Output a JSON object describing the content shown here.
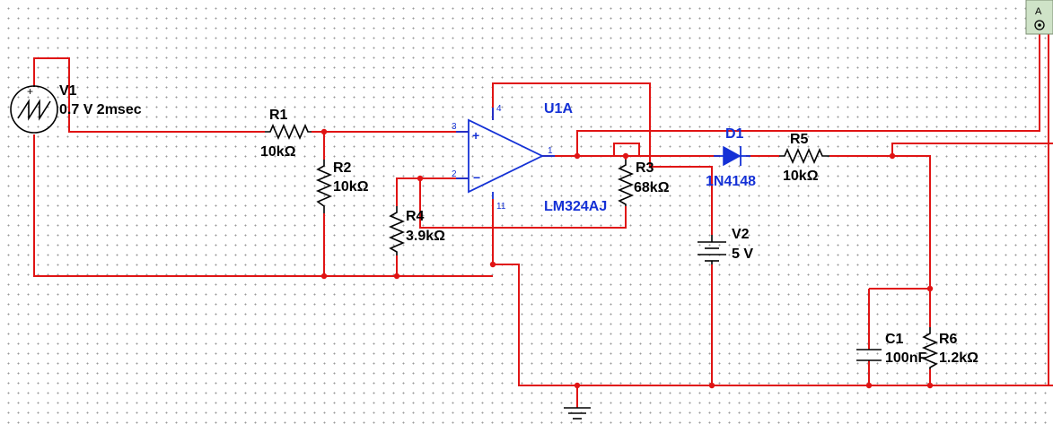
{
  "schematic": {
    "components": {
      "v1": {
        "ref": "V1",
        "value": "0.7 V 2msec"
      },
      "r1": {
        "ref": "R1",
        "value": "10kΩ"
      },
      "r2": {
        "ref": "R2",
        "value": "10kΩ"
      },
      "r3": {
        "ref": "R3",
        "value": "68kΩ"
      },
      "r4": {
        "ref": "R4",
        "value": "3.9kΩ"
      },
      "r5": {
        "ref": "R5",
        "value": "10kΩ"
      },
      "r6": {
        "ref": "R6",
        "value": "1.2kΩ"
      },
      "c1": {
        "ref": "C1",
        "value": "100nF"
      },
      "d1": {
        "ref": "D1",
        "value": "1N4148"
      },
      "v2": {
        "ref": "V2",
        "value": "5 V"
      },
      "u1": {
        "ref": "U1A",
        "value": "LM324AJ",
        "pins": {
          "noninv": "3",
          "inv": "2",
          "out": "1",
          "vplus": "4",
          "vminus": "11"
        },
        "signs": {
          "plus": "+",
          "minus": "−"
        }
      }
    },
    "probe": {
      "label": "A"
    },
    "colors": {
      "wire": "#e01414",
      "part": "#000000",
      "blue_part": "#1431d6",
      "background": "#ffffff",
      "grid_dot": "#9a9a9a"
    },
    "icons": {
      "ground": "ground-icon",
      "probe": "probe-icon"
    }
  }
}
